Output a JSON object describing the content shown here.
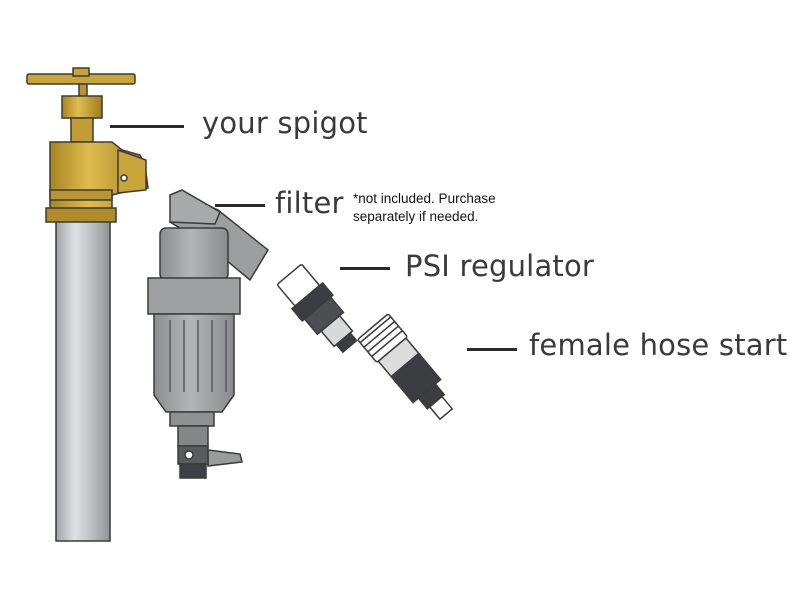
{
  "labels": {
    "spigot": "your spigot",
    "filter": "filter",
    "filter_note_line1": "*not included.  Purchase",
    "filter_note_line2": "separately if needed.",
    "regulator": "PSI regulator",
    "hose_start": "female hose start"
  },
  "colors": {
    "brass": "#c9a437",
    "brass_dark": "#8a6b1a",
    "pipe": "#bfc3c6",
    "filter_gray": "#a4a5a6",
    "part_dark": "#3b3d40",
    "outline": "#3a3a3a"
  }
}
